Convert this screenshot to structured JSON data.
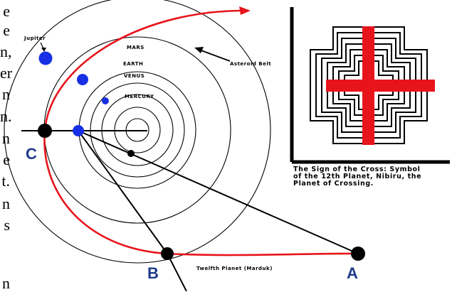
{
  "left_edge_text": [
    "e",
    "e",
    "n,",
    "er",
    "n",
    "n.",
    "n",
    "e",
    "t.",
    "n",
    "s",
    "n"
  ],
  "orbit_labels": {
    "jupiter": "Jupiter",
    "mars": "MARS",
    "earth": "EARTH",
    "venus": "VENUS",
    "mercury": "MERCURY",
    "asteroid_belt": "Asteroid Belt",
    "twelfth_planet": "Twelfth Planet (Marduk)"
  },
  "points": {
    "a": "A",
    "b": "B",
    "c": "C"
  },
  "caption": [
    "The Sign of the Cross: Symbol",
    "of the 12th Planet, Nibiru, the",
    "Planet of Crossing."
  ],
  "colors": {
    "orbit": "#e8141c",
    "planet_blue": "#1730e6",
    "label_blue": "#1f3a8c",
    "cross_red": "#e8141c"
  }
}
